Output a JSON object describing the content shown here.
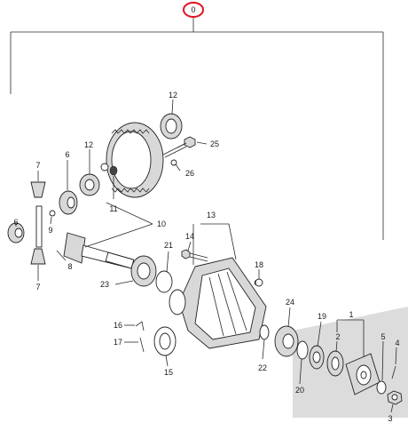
{
  "diagram": {
    "group_label": "0",
    "highlight_color": "#e0141e",
    "shadow_color": "#dcdcdc",
    "callouts": [
      {
        "id": "c1",
        "text": "1"
      },
      {
        "id": "c2",
        "text": "2"
      },
      {
        "id": "c3",
        "text": "3"
      },
      {
        "id": "c4",
        "text": "4"
      },
      {
        "id": "c5",
        "text": "5"
      },
      {
        "id": "c6a",
        "text": "6"
      },
      {
        "id": "c6b",
        "text": "6"
      },
      {
        "id": "c7a",
        "text": "7"
      },
      {
        "id": "c7b",
        "text": "7"
      },
      {
        "id": "c8",
        "text": "8"
      },
      {
        "id": "c9",
        "text": "9"
      },
      {
        "id": "c10",
        "text": "10"
      },
      {
        "id": "c11",
        "text": "11"
      },
      {
        "id": "c12a",
        "text": "12"
      },
      {
        "id": "c12b",
        "text": "12"
      },
      {
        "id": "c13",
        "text": "13"
      },
      {
        "id": "c14",
        "text": "14"
      },
      {
        "id": "c15",
        "text": "15"
      },
      {
        "id": "c16",
        "text": "16"
      },
      {
        "id": "c17",
        "text": "17"
      },
      {
        "id": "c18",
        "text": "18"
      },
      {
        "id": "c19",
        "text": "19"
      },
      {
        "id": "c20",
        "text": "20"
      },
      {
        "id": "c21",
        "text": "21"
      },
      {
        "id": "c22",
        "text": "22"
      },
      {
        "id": "c23",
        "text": "23"
      },
      {
        "id": "c24",
        "text": "24"
      },
      {
        "id": "c25",
        "text": "25"
      },
      {
        "id": "c26",
        "text": "26"
      }
    ]
  }
}
